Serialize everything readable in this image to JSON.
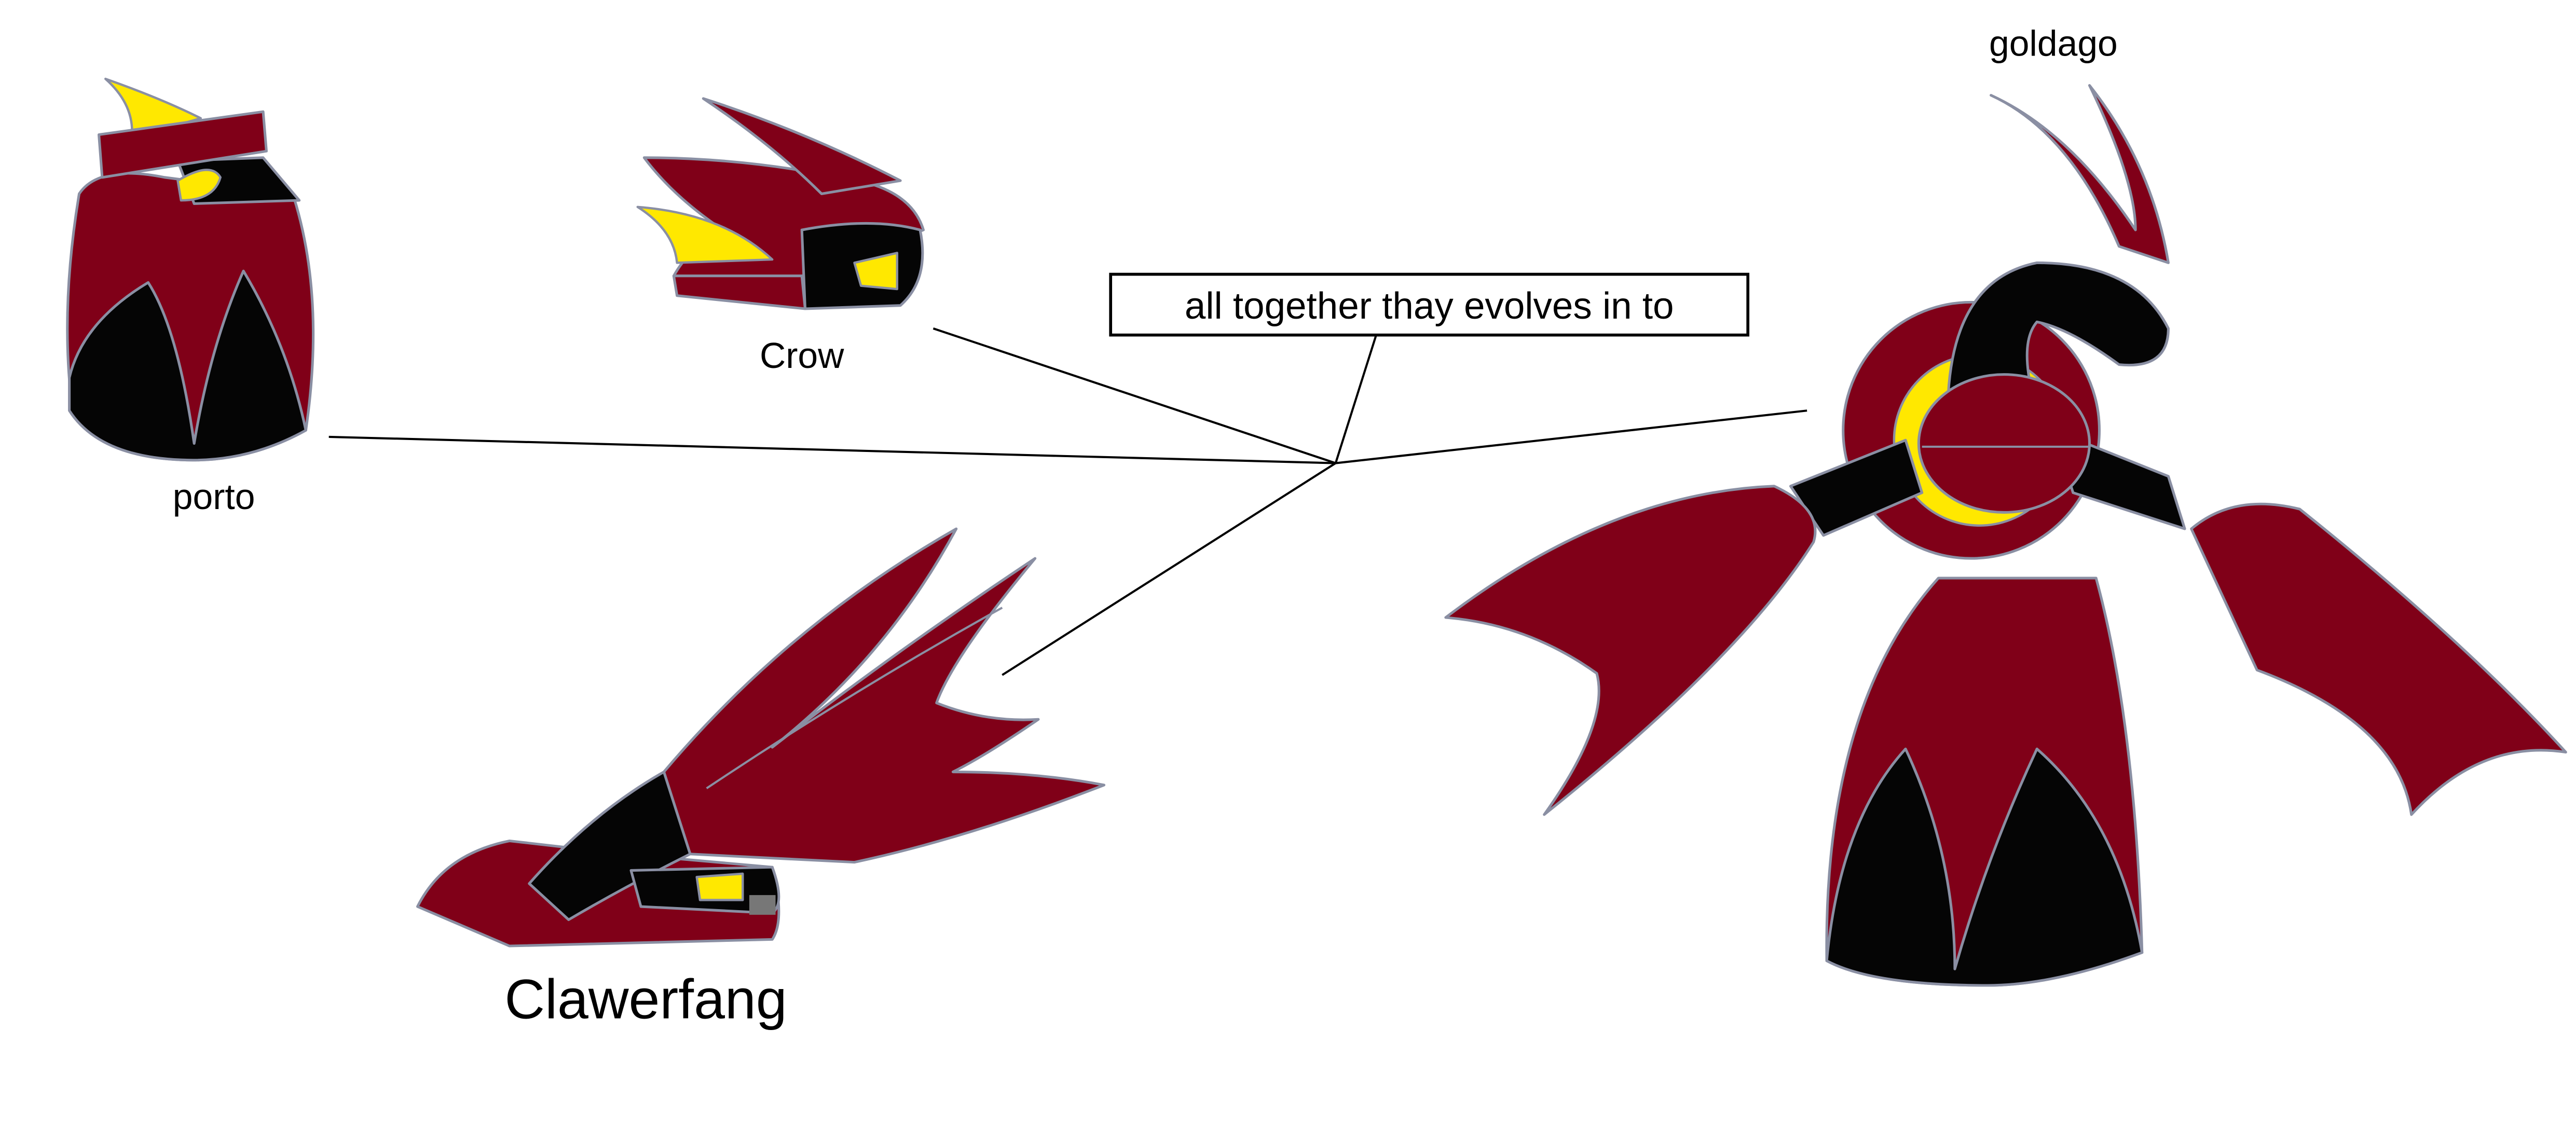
{
  "labels": {
    "porto": "porto",
    "crow": "Crow",
    "clawerfang": "Clawerfang",
    "goldago": "goldago",
    "evolution_note": "all together thay evolves in to"
  },
  "colors": {
    "body_red": "#800018",
    "body_black": "#050505",
    "eye_yellow": "#ffe800",
    "outline_gray": "#8a8fa3"
  }
}
